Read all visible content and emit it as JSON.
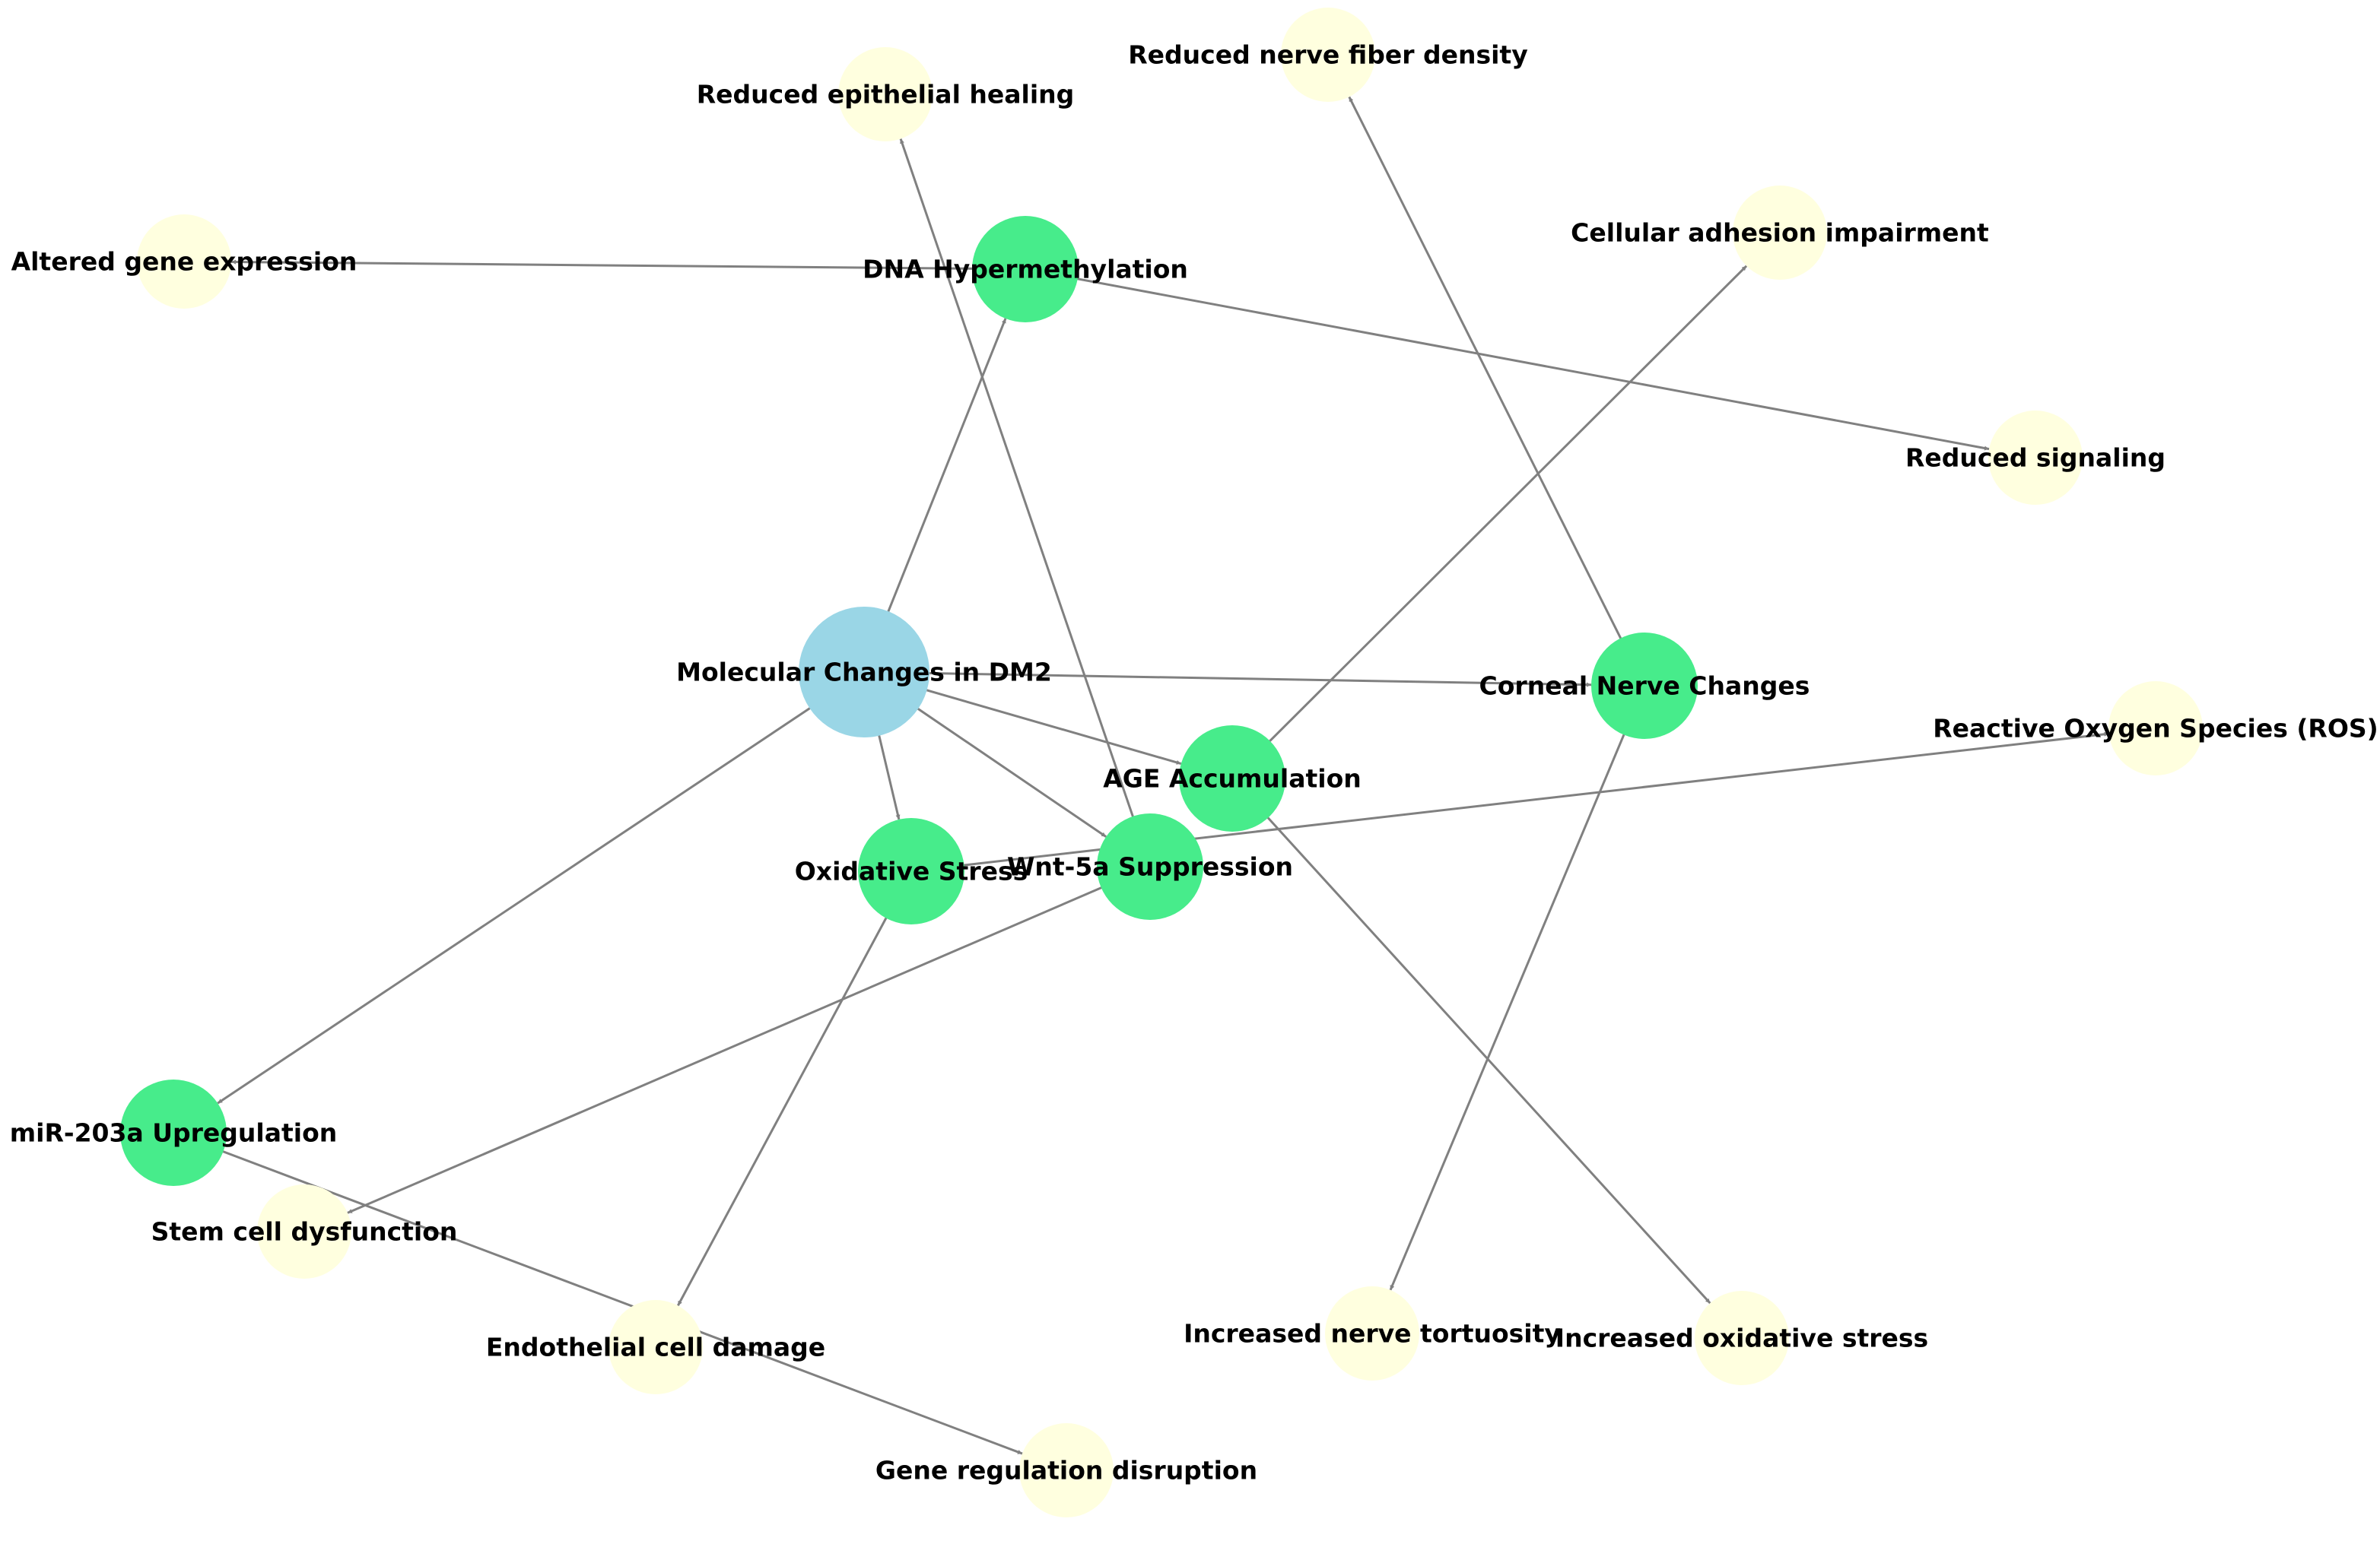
{
  "colors": {
    "root": "#9ad6e6",
    "primary": "#47ec8b",
    "effect": "#ffffdf",
    "edge": "#808080",
    "label": "#000000"
  },
  "nodes": [
    {
      "id": "molecular",
      "label": "Molecular Changes in DM2",
      "level": "root"
    },
    {
      "id": "dna",
      "label": "DNA Hypermethylation",
      "level": "primary"
    },
    {
      "id": "corneal",
      "label": "Corneal Nerve Changes",
      "level": "primary"
    },
    {
      "id": "age",
      "label": "AGE Accumulation",
      "level": "primary"
    },
    {
      "id": "oxidative",
      "label": "Oxidative Stress",
      "level": "primary"
    },
    {
      "id": "wnt",
      "label": "Wnt-5a Suppression",
      "level": "primary"
    },
    {
      "id": "mir",
      "label": "miR-203a Upregulation",
      "level": "primary"
    },
    {
      "id": "altered",
      "label": "Altered gene expression",
      "level": "effect"
    },
    {
      "id": "epithelial",
      "label": "Reduced epithelial healing",
      "level": "effect"
    },
    {
      "id": "nervefiber",
      "label": "Reduced nerve fiber density",
      "level": "effect"
    },
    {
      "id": "adhesion",
      "label": "Cellular adhesion impairment",
      "level": "effect"
    },
    {
      "id": "signaling",
      "label": "Reduced signaling",
      "level": "effect"
    },
    {
      "id": "ros",
      "label": "Reactive Oxygen Species (ROS)",
      "level": "effect"
    },
    {
      "id": "stemcell",
      "label": "Stem cell dysfunction",
      "level": "effect"
    },
    {
      "id": "endothelial",
      "label": "Endothelial cell damage",
      "level": "effect"
    },
    {
      "id": "generegulation",
      "label": "Gene regulation disruption",
      "level": "effect"
    },
    {
      "id": "tortuosity",
      "label": "Increased nerve tortuosity",
      "level": "effect"
    },
    {
      "id": "oxstress",
      "label": "Increased oxidative stress",
      "level": "effect"
    }
  ],
  "edges": [
    {
      "from": "molecular",
      "to": "dna"
    },
    {
      "from": "molecular",
      "to": "corneal"
    },
    {
      "from": "molecular",
      "to": "age"
    },
    {
      "from": "molecular",
      "to": "oxidative"
    },
    {
      "from": "molecular",
      "to": "wnt"
    },
    {
      "from": "molecular",
      "to": "mir"
    },
    {
      "from": "dna",
      "to": "altered"
    },
    {
      "from": "dna",
      "to": "signaling"
    },
    {
      "from": "corneal",
      "to": "nervefiber"
    },
    {
      "from": "corneal",
      "to": "tortuosity"
    },
    {
      "from": "age",
      "to": "adhesion"
    },
    {
      "from": "age",
      "to": "oxstress"
    },
    {
      "from": "oxidative",
      "to": "ros"
    },
    {
      "from": "oxidative",
      "to": "endothelial"
    },
    {
      "from": "wnt",
      "to": "epithelial"
    },
    {
      "from": "wnt",
      "to": "stemcell"
    },
    {
      "from": "mir",
      "to": "generegulation"
    }
  ]
}
